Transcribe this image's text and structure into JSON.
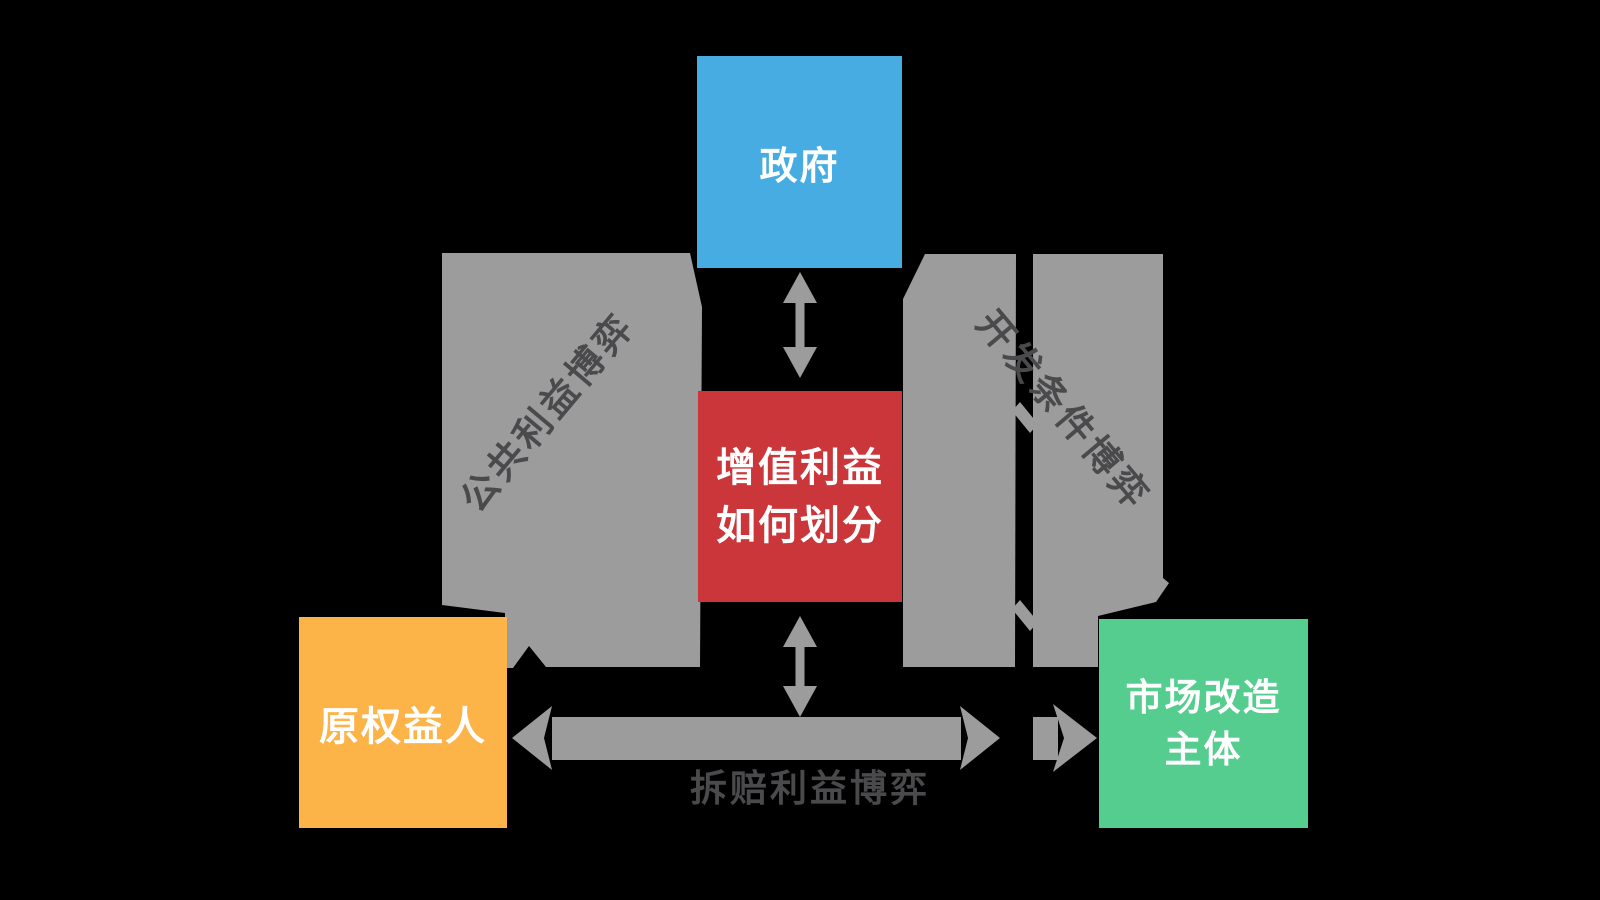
{
  "diagram": {
    "background_color": "#000000",
    "arrow_color": "#9C9C9C",
    "edge_label_color": "#4A4A4C",
    "nodes": {
      "government": {
        "label": "政府",
        "color": "#46ACE2"
      },
      "value_split_issue": {
        "line1": "增值利益",
        "line2": "如何划分",
        "color": "#CA363A"
      },
      "original_rights_holder": {
        "label": "原权益人",
        "color": "#FCB347"
      },
      "market_transformer": {
        "line1": "市场改造",
        "line2": "主体",
        "color": "#55CD8F"
      }
    },
    "edges": {
      "public_interest_game": {
        "label": "公共利益博弈"
      },
      "development_condition_game": {
        "label": "开发条件博弈"
      },
      "demolition_compensation_game": {
        "label": "拆赔利益博弈"
      }
    }
  }
}
